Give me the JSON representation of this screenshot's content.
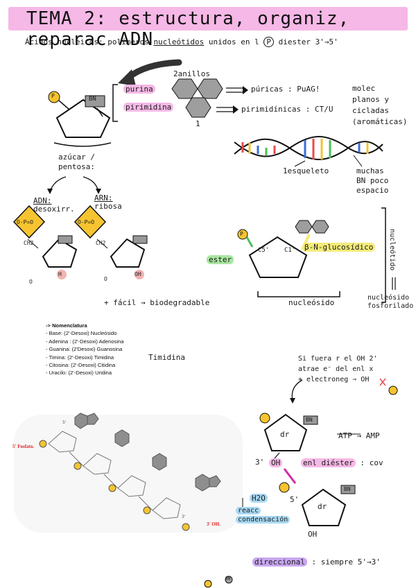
{
  "title": "TEMA 2: estructura, organiz, reparac ADN",
  "intro": {
    "text_a": "Ácidos nucleicos: polímeros",
    "text_b": "nucleótidos",
    "text_c": "unidos en l",
    "text_p": "P",
    "text_d": "diester 3'→5'"
  },
  "bases": {
    "two_rings": "2anillos",
    "bn_label": "BN",
    "p_label": "P",
    "purina_label": "purina",
    "pirimidina_label": "pirimidina",
    "one_ring": "1",
    "puricas": "púricas : PuAG!",
    "pirimidinicas": "pirimidínicas : CT/U",
    "molec": "molec",
    "planos": "planos y",
    "cicladas": "cicladas",
    "aromaticas": "(aromáticas)"
  },
  "helix": {
    "esqueleto": "1esqueleto",
    "muchas": "muchas",
    "bn_poco": "BN poco",
    "espacio": "espacio"
  },
  "sugar": {
    "azucar": "azúcar /",
    "pentosa": "pentosa:",
    "adn": "ADN:",
    "desoxirr": "desoxirr.",
    "arn": "ARN:",
    "ribosa": "ribosa",
    "ch2": "CH2",
    "h": "H",
    "oh": "OH",
    "o": "O",
    "phosphate": "O-P=O",
    "biodegradable": "+ fácil → biodegradable"
  },
  "nucleotide": {
    "c5": "C5'",
    "c1": "C1'",
    "p": "P",
    "ester": "ester",
    "glucosidico": "β-N-glucosídico",
    "nucleosido": "nucleósido",
    "nucleotido": "nucleótido",
    "nucleosido_fosforilado": "nucleósido",
    "fosforilado": "fosforilado"
  },
  "nomenclature": {
    "heading": "-> Nomenclatura",
    "lines": [
      "- Base: (2'-Desoxi) Nucleósido",
      "- Adenina : (2'-Desoxi) Adenosina",
      "- Guanina: (2'Desoxi) Guanosina",
      "- Timina: (2'-Desoxi) Timidina",
      "- Citosina: (2'-Desoxi) Citidina",
      "- Uracilo: (2'-Desoxi) Uridina"
    ],
    "timidina": "Timidina"
  },
  "strand": {
    "five_phosphate": "5' Fosfato.",
    "three_oh": "3' OH.",
    "five_prime": "5'",
    "three_prime": "3'",
    "p": "P"
  },
  "reaction": {
    "note1": "Si fuera r el OH 2'",
    "note2": "atrae e⁻ del enl x",
    "note3": "+ electroneg ⇒ OH",
    "dr": "dr",
    "bn": "BN",
    "atp": "ATP → AMP",
    "three": "3'",
    "oh": "OH",
    "enl": "enl",
    "diester": "diéster",
    "cov": ": cov",
    "five": "5'",
    "h2o": "H2O",
    "reacc": "reacc",
    "condensacion": "condensación",
    "oh_bottom": "OH",
    "direccional": "direccional",
    "siempre": ": siempre 5'→3'"
  },
  "footer": {
    "bn": "BN"
  }
}
